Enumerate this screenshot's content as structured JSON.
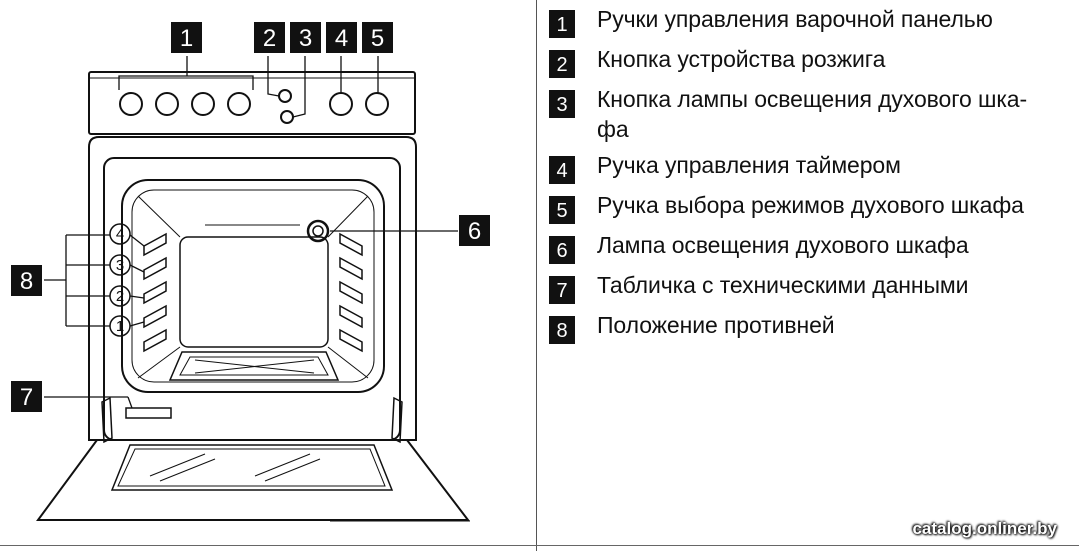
{
  "diagram": {
    "callouts": {
      "c1": "1",
      "c2": "2",
      "c3": "3",
      "c4": "4",
      "c5": "5",
      "c6": "6",
      "c7": "7",
      "c8": "8"
    },
    "shelf_positions": [
      "1",
      "2",
      "3",
      "4"
    ]
  },
  "legend": {
    "items": [
      {
        "num": "1",
        "text": "Ручки управления варочной панелью"
      },
      {
        "num": "2",
        "text": "Кнопка устройства розжига"
      },
      {
        "num": "3",
        "text": "Кнопка лампы освещения духового шка-фа"
      },
      {
        "num": "4",
        "text": "Ручка управления таймером"
      },
      {
        "num": "5",
        "text": "Ручка выбора режимов духового шкафа"
      },
      {
        "num": "6",
        "text": "Лампа освещения духового шкафа"
      },
      {
        "num": "7",
        "text": "Табличка с техническими данными"
      },
      {
        "num": "8",
        "text": "Положение противней"
      }
    ]
  },
  "watermark": "catalog.onliner.by",
  "colors": {
    "ink": "#111111",
    "background": "#ffffff"
  }
}
